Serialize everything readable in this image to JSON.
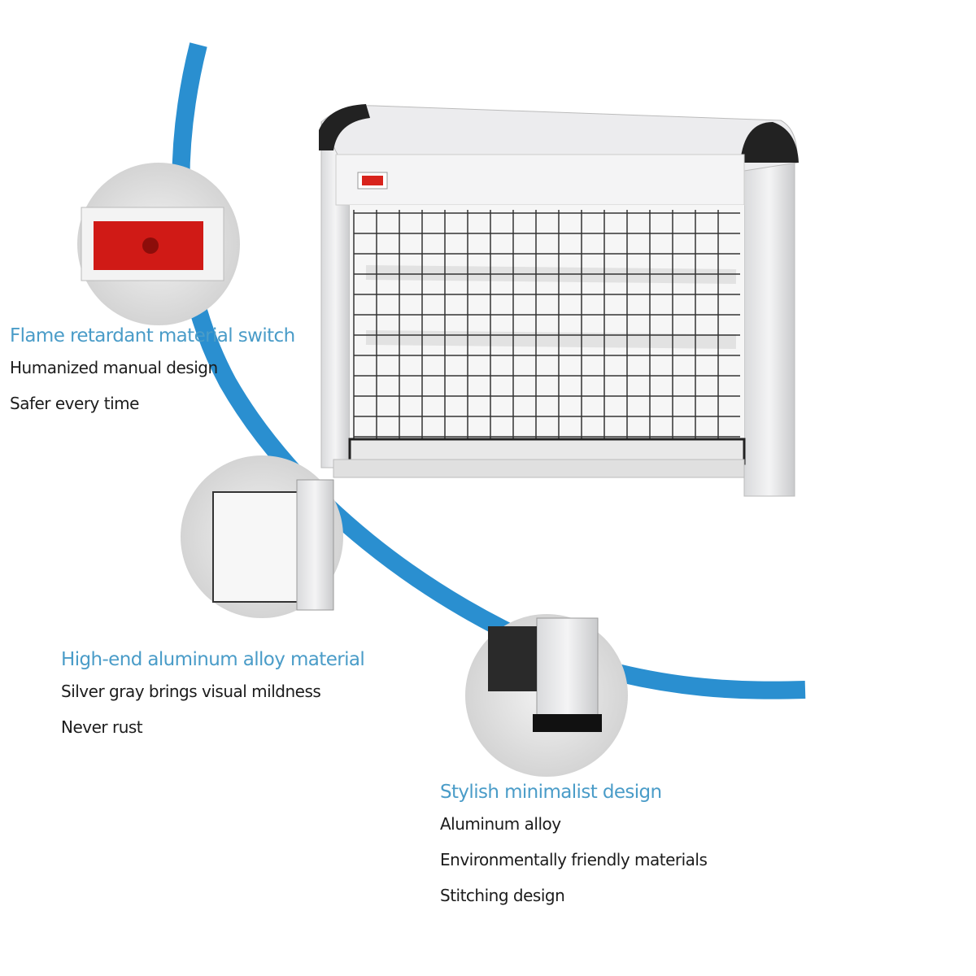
{
  "colors": {
    "accent_arc": "#2a8fd0",
    "heading": "#4a9cc8",
    "text": "#1c1c1c"
  },
  "features": [
    {
      "title": "Flame retardant material switch",
      "lines": [
        "Humanized manual design",
        "Safer every time"
      ]
    },
    {
      "title": "High-end aluminum alloy material",
      "lines": [
        "Silver gray brings visual mildness",
        "Never rust"
      ]
    },
    {
      "title": "Stylish minimalist design",
      "lines": [
        "Aluminum alloy",
        "Environmentally friendly materials",
        "Stitching design"
      ]
    }
  ]
}
